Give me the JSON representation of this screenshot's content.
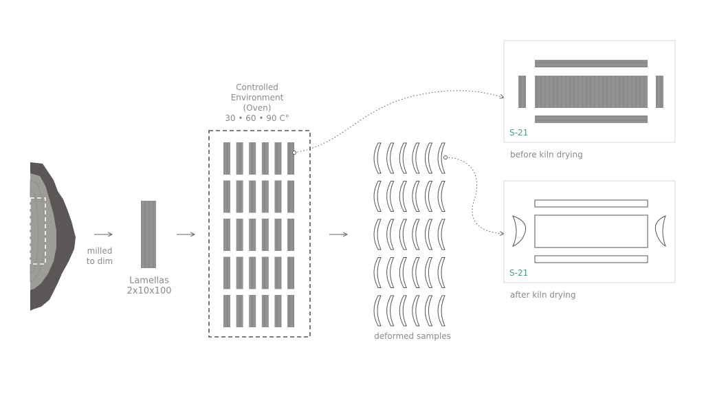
{
  "labels": {
    "milled": "milled",
    "to_dim": "to dim",
    "lamellas": "Lamellas",
    "lamellas_dims": "2x10x100",
    "env_line1": "Controlled",
    "env_line2": "Environment",
    "env_line3": "(Oven)",
    "env_temps": "30 • 60 • 90 C°",
    "deformed": "deformed samples",
    "before": "before kiln drying",
    "after": "after kiln drying",
    "sample_id_top": "S-21",
    "sample_id_bottom": "S-21"
  },
  "colors": {
    "wood_gray": "#8f8f8d",
    "outline": "#555555",
    "label": "#8a8a8a",
    "sample_id": "#4f9a7e",
    "panel_border": "#d9d9d9"
  },
  "oven_grid": {
    "rows": 5,
    "cols": 6
  },
  "deformed_grid": {
    "rows": 5,
    "cols": 6
  }
}
